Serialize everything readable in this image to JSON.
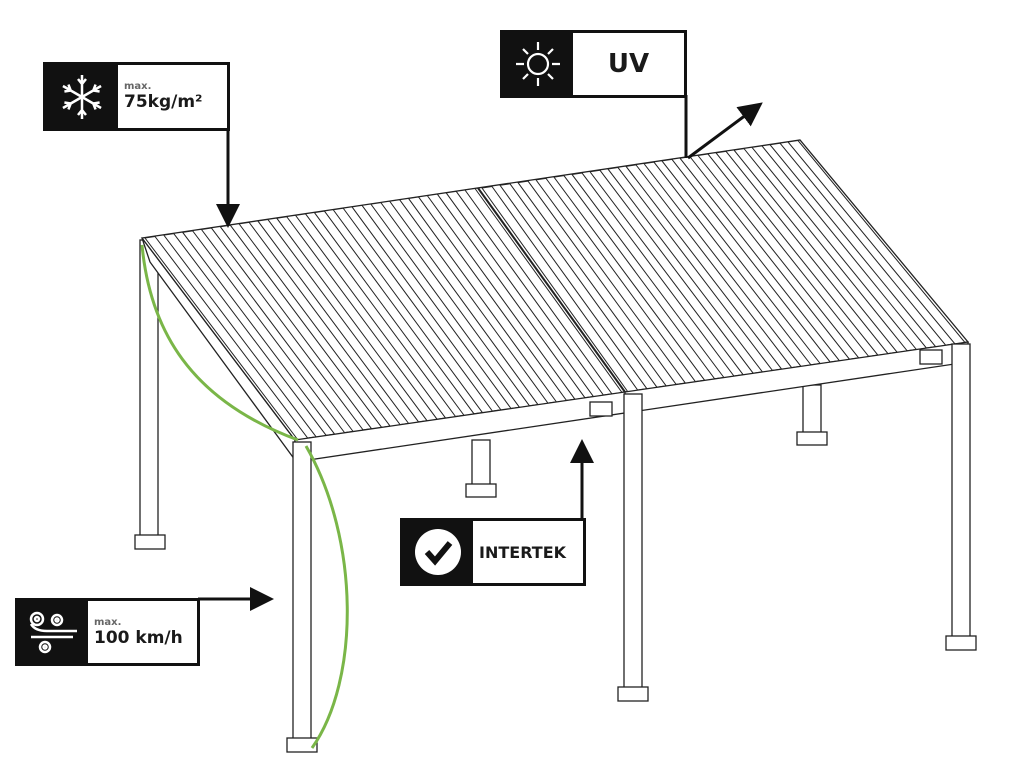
{
  "badges": {
    "snow": {
      "icon": "snowflake-icon",
      "caption": "max.",
      "value": "75kg/m²"
    },
    "uv": {
      "icon": "sun-icon",
      "value": "UV"
    },
    "intertek": {
      "icon": "checkmark-circle-icon",
      "value": "INTERTEK"
    },
    "wind": {
      "icon": "wind-icon",
      "caption": "max.",
      "value": "100 km/h"
    }
  },
  "colors": {
    "line": "#111111",
    "accent_green": "#7ab648"
  }
}
